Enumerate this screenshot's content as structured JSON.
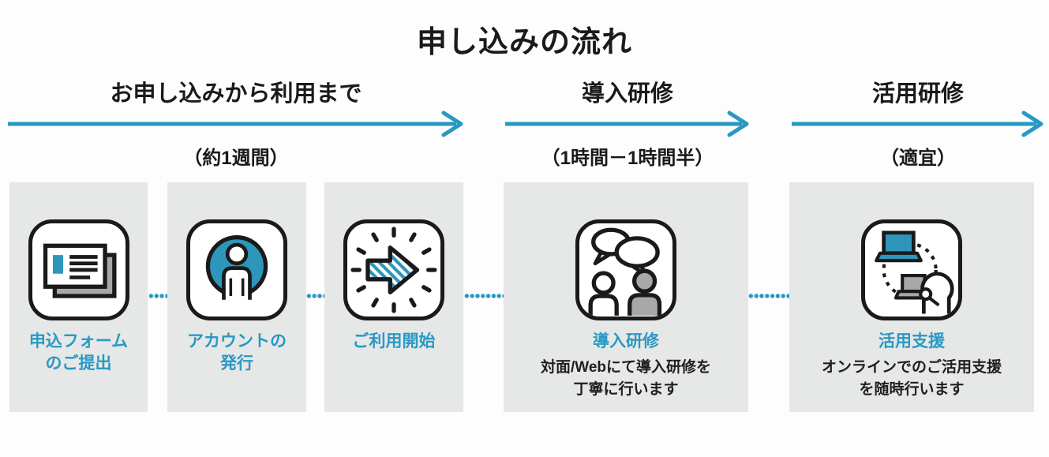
{
  "title": "申し込みの流れ",
  "colors": {
    "accent": "#2899C4",
    "icon_teal": "#2E96BA",
    "card_bg": "#E6E7E7",
    "neutral_gray": "#A6A8AA",
    "ink": "#1A1A1A"
  },
  "phases": [
    {
      "label": "お申し込みから利用まで",
      "duration": "（約1週間）"
    },
    {
      "label": "導入研修",
      "duration": "（1時間－1時間半）"
    },
    {
      "label": "活用研修",
      "duration": "（適宜）"
    }
  ],
  "steps": [
    {
      "icon": "form-icon",
      "label": "申込フォーム\nのご提出",
      "description": ""
    },
    {
      "icon": "account-icon",
      "label": "アカウントの\n発行",
      "description": ""
    },
    {
      "icon": "start-arrow-icon",
      "label": "ご利用開始",
      "description": ""
    },
    {
      "icon": "training-icon",
      "label": "導入研修",
      "description": "対面/Webにて導入研修を\n丁寧に行います"
    },
    {
      "icon": "support-icon",
      "label": "活用支援",
      "description": "オンラインでのご活用支援\nを随時行います"
    }
  ]
}
